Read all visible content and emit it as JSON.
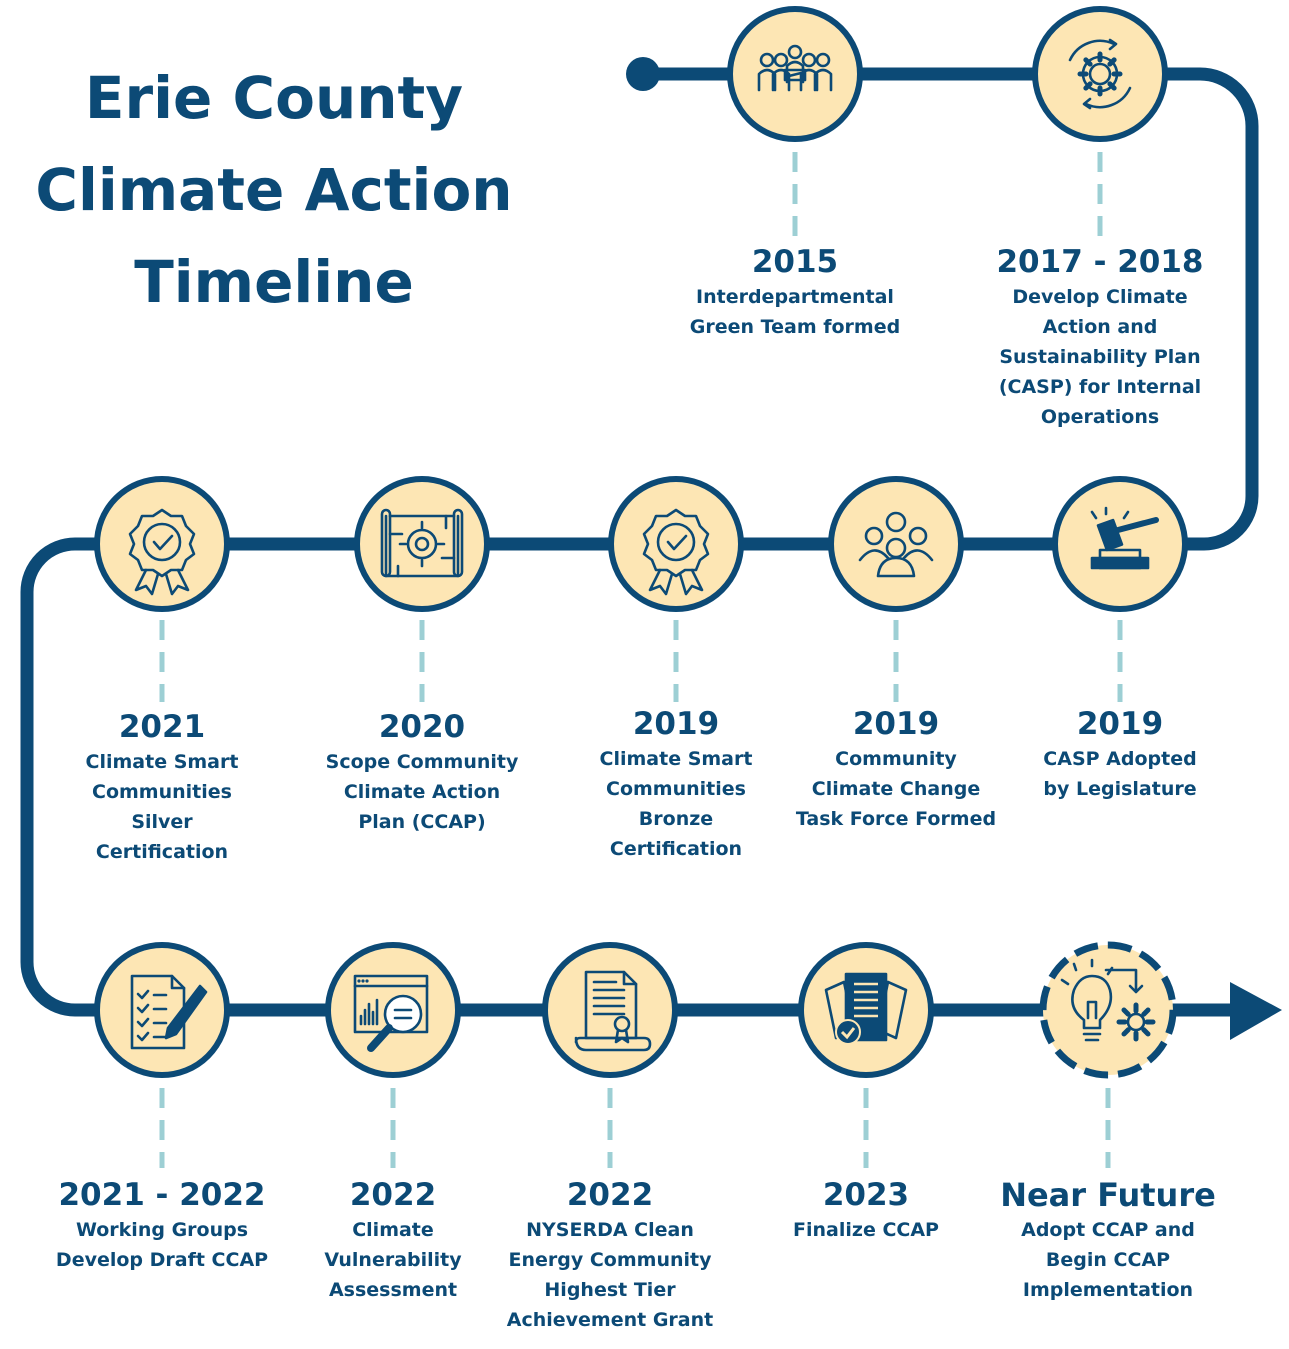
{
  "title": {
    "line1": "Erie County",
    "line2": "Climate Action",
    "line3": "Timeline"
  },
  "colors": {
    "navy": "#0c4a76",
    "circle_fill": "#fde6b4",
    "connector": "#9dcfd4",
    "background": "#ffffff"
  },
  "milestones": [
    {
      "year": "2015",
      "lines": [
        "Interdepartmental",
        "Green Team formed"
      ],
      "icon": "team-icon"
    },
    {
      "year": "2017 - 2018",
      "lines": [
        "Develop Climate",
        "Action and",
        "Sustainability Plan",
        "(CASP) for Internal",
        "Operations"
      ],
      "icon": "gear-cycle-icon"
    },
    {
      "year": "2019",
      "lines": [
        "CASP Adopted",
        "by Legislature"
      ],
      "icon": "gavel-icon"
    },
    {
      "year": "2019",
      "lines": [
        "Community",
        "Climate Change",
        "Task Force Formed"
      ],
      "icon": "group-icon"
    },
    {
      "year": "2019",
      "lines": [
        "Climate Smart",
        "Communities",
        "Bronze",
        "Certification"
      ],
      "icon": "award-ribbon-icon"
    },
    {
      "year": "2020",
      "lines": [
        "Scope Community",
        "Climate Action",
        "Plan (CCAP)"
      ],
      "icon": "blueprint-target-icon"
    },
    {
      "year": "2021",
      "lines": [
        "Climate Smart",
        "Communities",
        "Silver",
        "Certification"
      ],
      "icon": "award-ribbon-icon"
    },
    {
      "year": "2021 - 2022",
      "lines": [
        "Working Groups",
        "Develop Draft CCAP"
      ],
      "icon": "checklist-pen-icon"
    },
    {
      "year": "2022",
      "lines": [
        "Climate",
        "Vulnerability",
        "Assessment"
      ],
      "icon": "report-magnifier-icon"
    },
    {
      "year": "2022",
      "lines": [
        "NYSERDA Clean",
        "Energy Community",
        "Highest Tier",
        "Achievement Grant"
      ],
      "icon": "certificate-icon"
    },
    {
      "year": "2023",
      "lines": [
        "Finalize CCAP"
      ],
      "icon": "approved-document-icon"
    },
    {
      "year": "Near Future",
      "lines": [
        "Adopt CCAP and",
        "Begin CCAP",
        "Implementation"
      ],
      "icon": "lightbulb-gear-icon"
    }
  ]
}
